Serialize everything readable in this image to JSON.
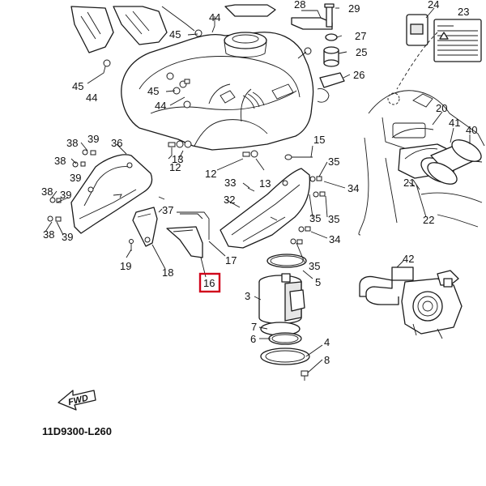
{
  "diagram": {
    "drawing_code": "11D9300-L260",
    "direction_arrow_label": "FWD",
    "highlight_color": "#d0021b",
    "highlighted_part": "16",
    "callouts": {
      "c1": "29",
      "c2": "28",
      "c3": "27",
      "c4": "25",
      "c5": "26",
      "c6": "24",
      "c7": "23",
      "c8": "44",
      "c9": "45",
      "c10": "45",
      "c11": "44",
      "c12": "45",
      "c13": "44",
      "c14": "20",
      "c15": "41",
      "c16": "40",
      "c17": "21",
      "c18": "22",
      "c19": "38",
      "c20": "39",
      "c21": "36",
      "c22": "38",
      "c23": "39",
      "c24": "38",
      "c25": "39",
      "c26": "38",
      "c27": "39",
      "c28": "13",
      "c29": "12",
      "c30": "12",
      "c31": "13",
      "c32": "15",
      "c33": "35",
      "c34": "34",
      "c35": "33",
      "c36": "32",
      "c37": "35",
      "c38": "35",
      "c39": "34",
      "c40": "35",
      "c41": "37",
      "c42": "19",
      "c43": "18",
      "c44": "17",
      "c45": "16",
      "c46": "5",
      "c47": "42",
      "c48": "3",
      "c49": "7",
      "c50": "6",
      "c51": "4",
      "c52": "8"
    }
  }
}
